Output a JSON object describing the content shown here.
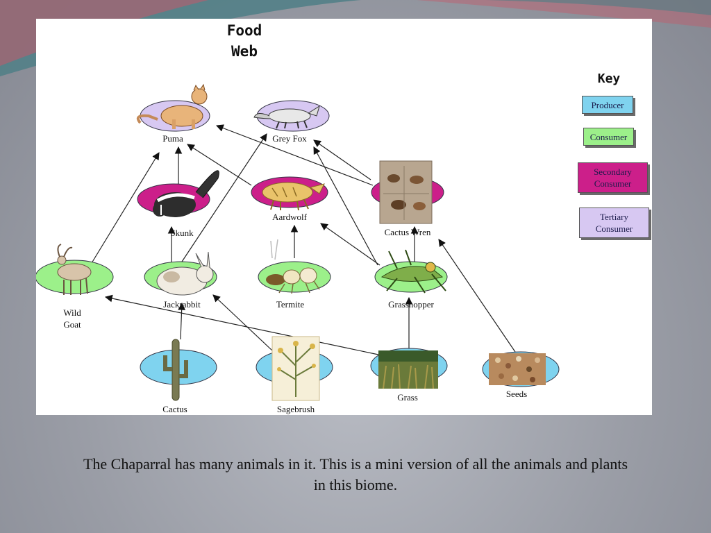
{
  "slide": {
    "caption": "The Chaparral has many animals in it. This is a mini version of all the animals and plants in this biome."
  },
  "diagram": {
    "title_line1": "Food",
    "title_line2": "Web",
    "key": {
      "title": "Key",
      "items": [
        {
          "label": "Producer",
          "color": "#7fd3ef"
        },
        {
          "label": "Consumer",
          "color": "#9cf08a"
        },
        {
          "label": "Secondary Consumer",
          "color": "#cc1f8a"
        },
        {
          "label": "Tertiary Consumer",
          "color": "#d7c8f2"
        }
      ]
    },
    "nodes": [
      {
        "id": "puma",
        "label": "Puma",
        "level": "tertiary",
        "icon": "puma-icon"
      },
      {
        "id": "greyfox",
        "label": "Grey Fox",
        "level": "tertiary",
        "icon": "grey-fox-icon"
      },
      {
        "id": "skunk",
        "label": "Skunk",
        "level": "secondary",
        "icon": "skunk-icon"
      },
      {
        "id": "aardwolf",
        "label": "Aardwolf",
        "level": "secondary",
        "icon": "aardwolf-icon"
      },
      {
        "id": "cactuswren",
        "label": "Cactus Wren",
        "level": "secondary",
        "icon": "cactus-wren-icon"
      },
      {
        "id": "wildgoat",
        "label": "Wild Goat",
        "level": "consumer",
        "icon": "wild-goat-icon"
      },
      {
        "id": "jackrabbit",
        "label": "Jackrabbit",
        "level": "consumer",
        "icon": "jackrabbit-icon"
      },
      {
        "id": "termite",
        "label": "Termite",
        "level": "consumer",
        "icon": "termite-icon"
      },
      {
        "id": "grasshopper",
        "label": "Grasshopper",
        "level": "consumer",
        "icon": "grasshopper-icon"
      },
      {
        "id": "cactus",
        "label": "Cactus",
        "level": "producer",
        "icon": "cactus-icon"
      },
      {
        "id": "sagebrush",
        "label": "Sagebrush",
        "level": "producer",
        "icon": "sagebrush-icon"
      },
      {
        "id": "grass",
        "label": "Grass",
        "level": "producer",
        "icon": "grass-icon"
      },
      {
        "id": "seeds",
        "label": "Seeds",
        "level": "producer",
        "icon": "seeds-icon"
      }
    ],
    "edges": [
      {
        "from": "wildgoat",
        "to": "puma"
      },
      {
        "from": "skunk",
        "to": "puma"
      },
      {
        "from": "aardwolf",
        "to": "puma"
      },
      {
        "from": "cactuswren",
        "to": "puma"
      },
      {
        "from": "jackrabbit",
        "to": "greyfox"
      },
      {
        "from": "cactuswren",
        "to": "greyfox"
      },
      {
        "from": "grasshopper",
        "to": "greyfox"
      },
      {
        "from": "jackrabbit",
        "to": "skunk"
      },
      {
        "from": "termite",
        "to": "aardwolf"
      },
      {
        "from": "grasshopper",
        "to": "aardwolf"
      },
      {
        "from": "grasshopper",
        "to": "cactuswren"
      },
      {
        "from": "seeds",
        "to": "cactuswren"
      },
      {
        "from": "cactus",
        "to": "jackrabbit"
      },
      {
        "from": "sagebrush",
        "to": "jackrabbit"
      },
      {
        "from": "grass",
        "to": "wildgoat"
      },
      {
        "from": "grass",
        "to": "grasshopper"
      }
    ]
  }
}
